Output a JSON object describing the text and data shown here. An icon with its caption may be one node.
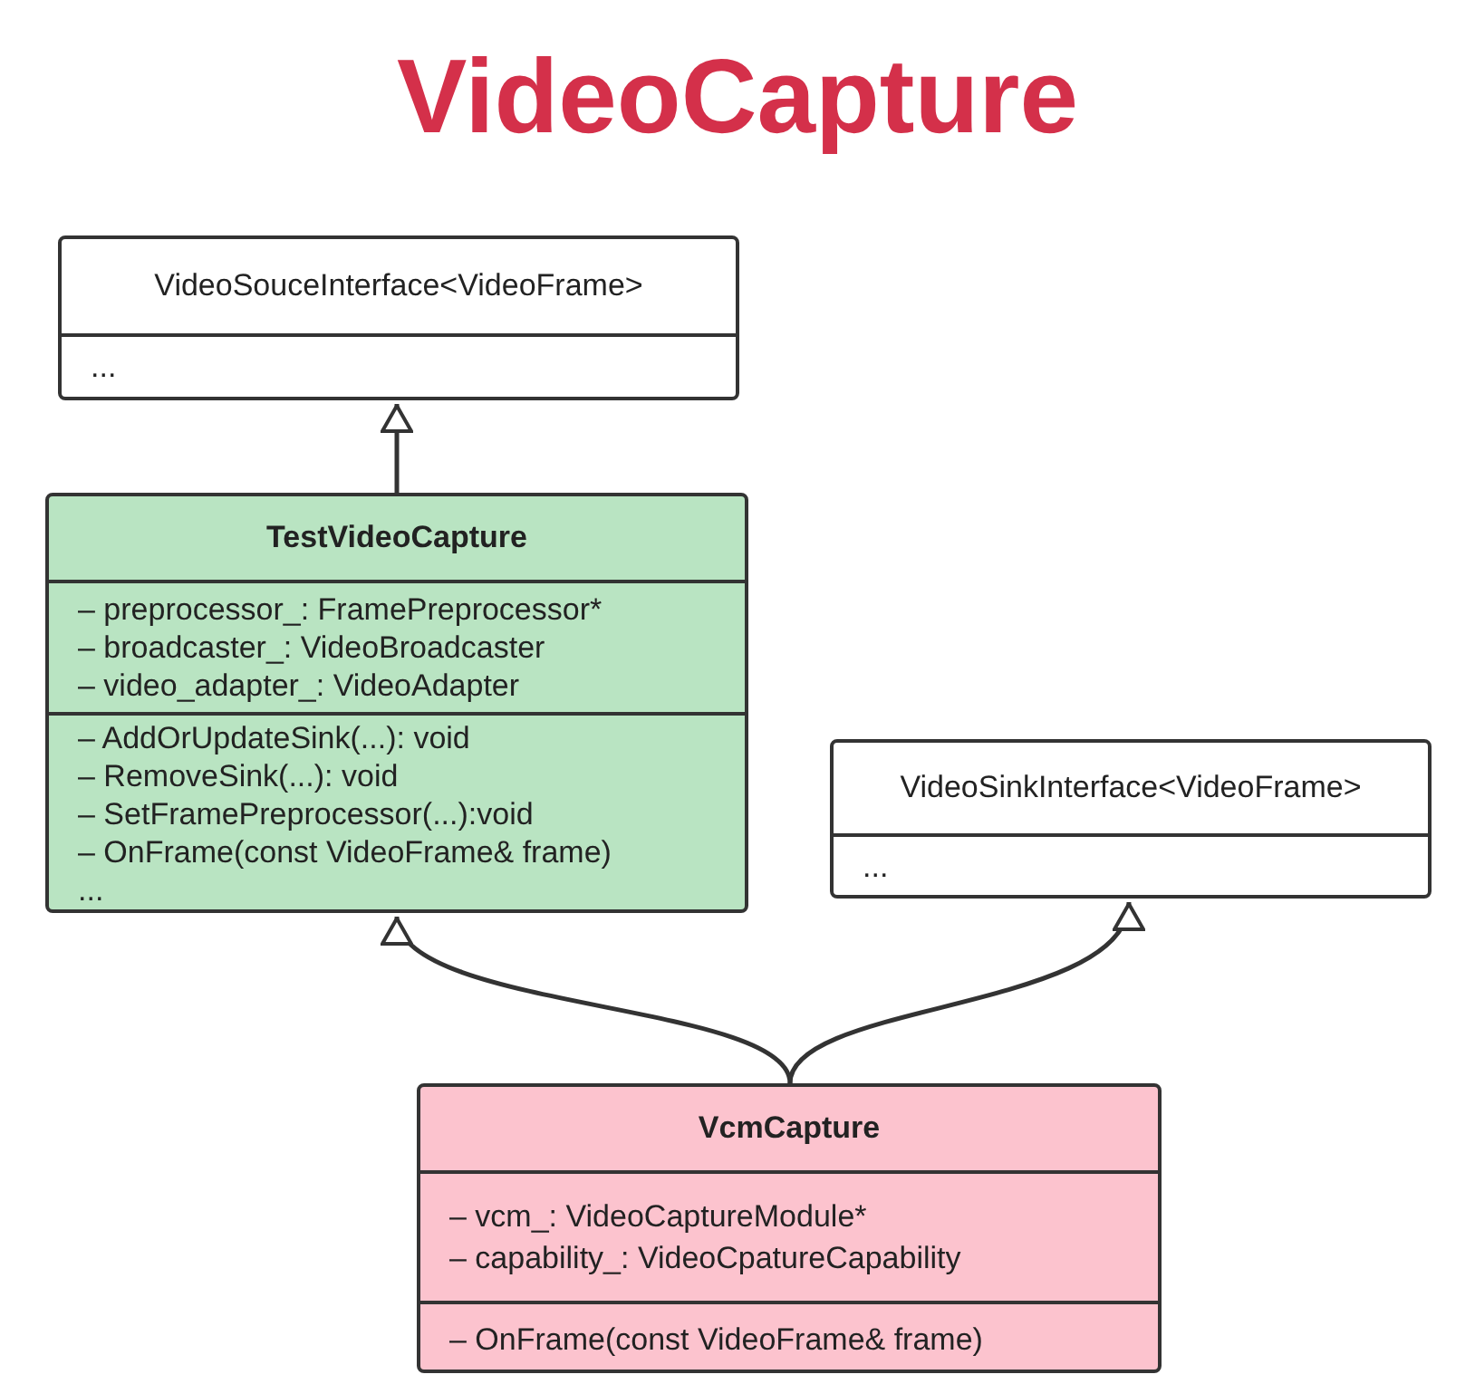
{
  "diagram": {
    "title": "VideoCapture",
    "nodes": [
      {
        "text": [
          "VideoSouceInterface<VideoFrame>"
        ]
      },
      {
        "text": [
          "..."
        ],
        "in": 0
      },
      {
        "text": [
          "TestVideoCapture"
        ]
      },
      {
        "text": [
          "– preprocessor_:  FramePreprocessor*",
          "– broadcaster_: VideoBroadcaster",
          "– video_adapter_: VideoAdapter"
        ],
        "in": 2
      },
      {
        "text": [
          "– AddOrUpdateSink(...): void",
          "– RemoveSink(...): void",
          "– SetFramePreprocessor(...):void",
          "– OnFrame(const VideoFrame& frame)",
          "..."
        ],
        "in": 2
      },
      {
        "text": [
          "VideoSinkInterface<VideoFrame>"
        ]
      },
      {
        "text": [
          "..."
        ],
        "in": 5
      },
      {
        "text": [
          "VcmCapture"
        ]
      },
      {
        "text": [
          "– vcm_:  VideoCaptureModule*",
          "– capability_: VideoCpatureCapability"
        ],
        "in": 7
      },
      {
        "text": [
          "– OnFrame(const VideoFrame& frame)"
        ],
        "in": 7
      }
    ],
    "edges": [
      {
        "from": 2,
        "to": 0,
        "arrow": "to"
      },
      {
        "from": 7,
        "to": 2,
        "arrow": "to"
      },
      {
        "from": 7,
        "to": 5,
        "arrow": "to"
      }
    ]
  }
}
